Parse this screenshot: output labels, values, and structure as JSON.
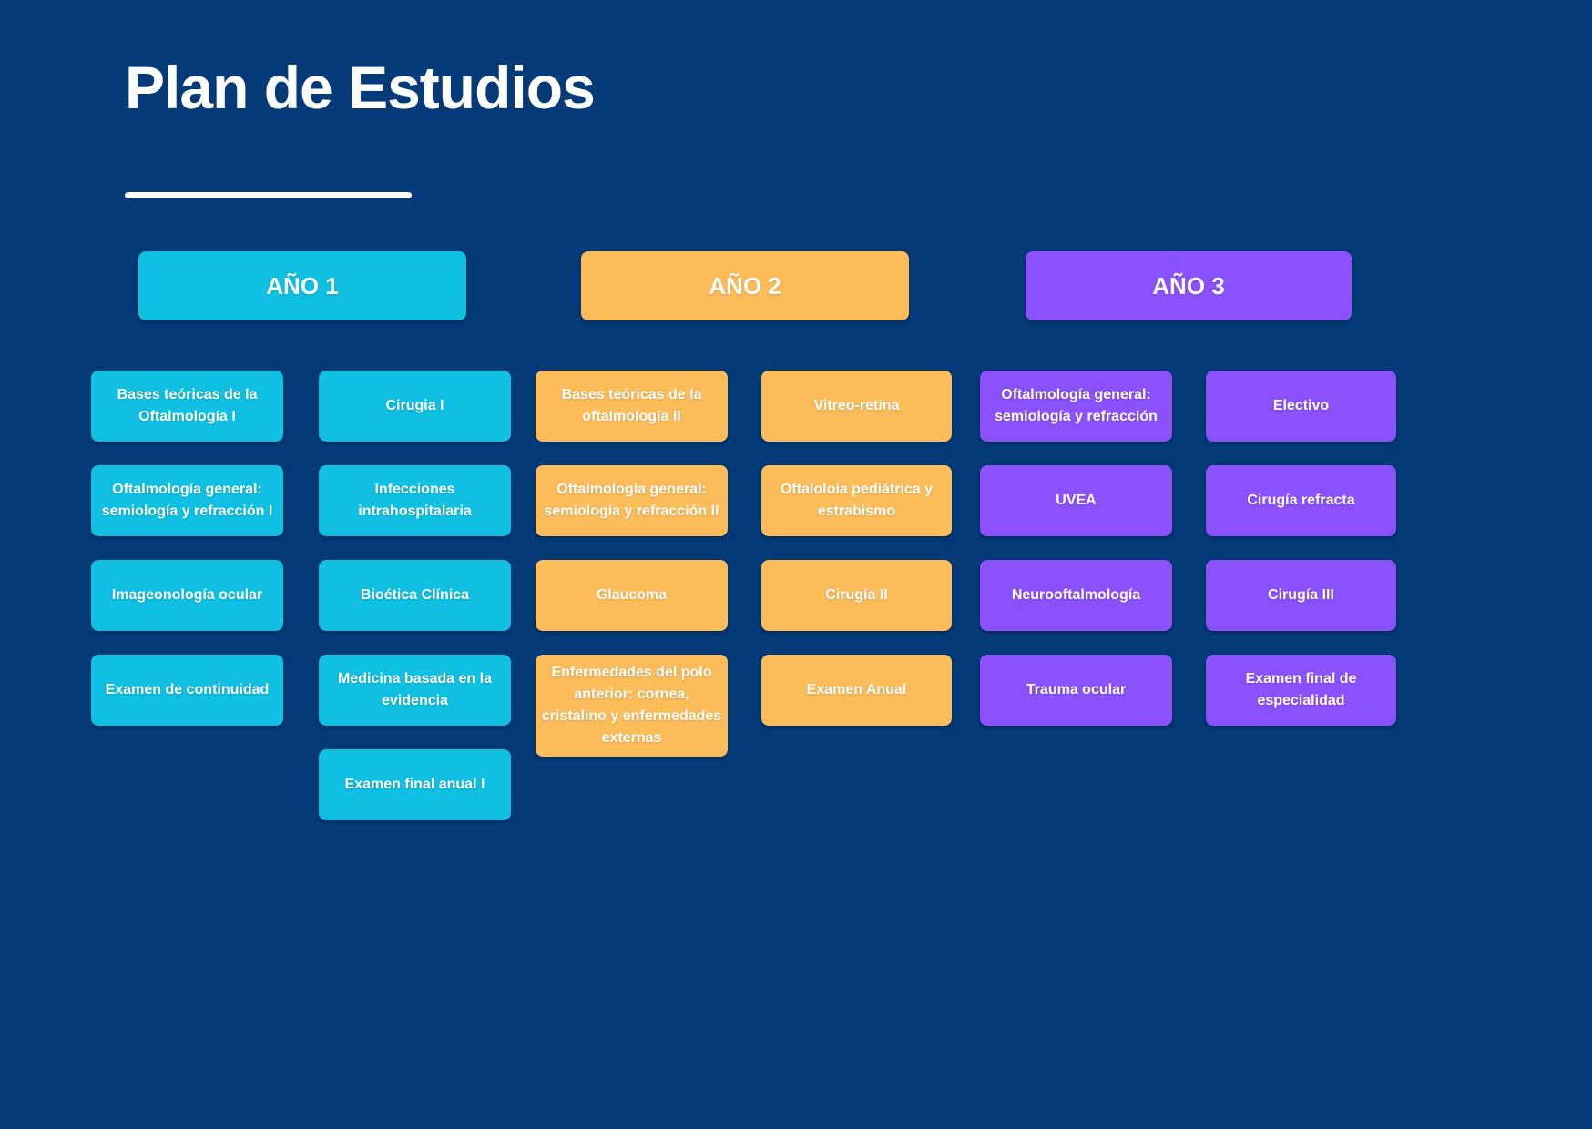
{
  "page": {
    "title": "Plan de Estudios",
    "background_color": "#033a77",
    "text_color": "#ffffff"
  },
  "years": [
    {
      "label": "AÑO 1",
      "color": "#0fc0e2",
      "columns": [
        [
          "Bases teóricas de la Oftalmología I",
          "Oftalmología general: semiología y refracción I",
          "Imageonología ocular",
          "Examen de continuidad"
        ],
        [
          "Cirugia I",
          "Infecciones intrahospitalaria",
          "Bioética Clínica",
          "Medicina basada en la evidencia",
          "Examen final anual I"
        ]
      ]
    },
    {
      "label": "AÑO 2",
      "color": "#fbbc59",
      "columns": [
        [
          "Bases teóricas de la oftalmología II",
          "Oftalmología general: semiología y refracción II",
          "Glaucoma",
          "Enfermedades del polo anterior: cornea, cristalino y enfermedades externas"
        ],
        [
          "Vitreo-retina",
          "Oftaloloía pediátrica y estrabismo",
          "Cirugía II",
          "Examen Anual"
        ]
      ]
    },
    {
      "label": "AÑO 3",
      "color": "#8b51fc",
      "columns": [
        [
          "Oftalmología general: semiología y refracción",
          "UVEA",
          "Neurooftalmología",
          "Trauma ocular"
        ],
        [
          "Electivo",
          "Cirugía refracta",
          "Cirugía III",
          "Examen final de especialidad"
        ]
      ]
    }
  ]
}
